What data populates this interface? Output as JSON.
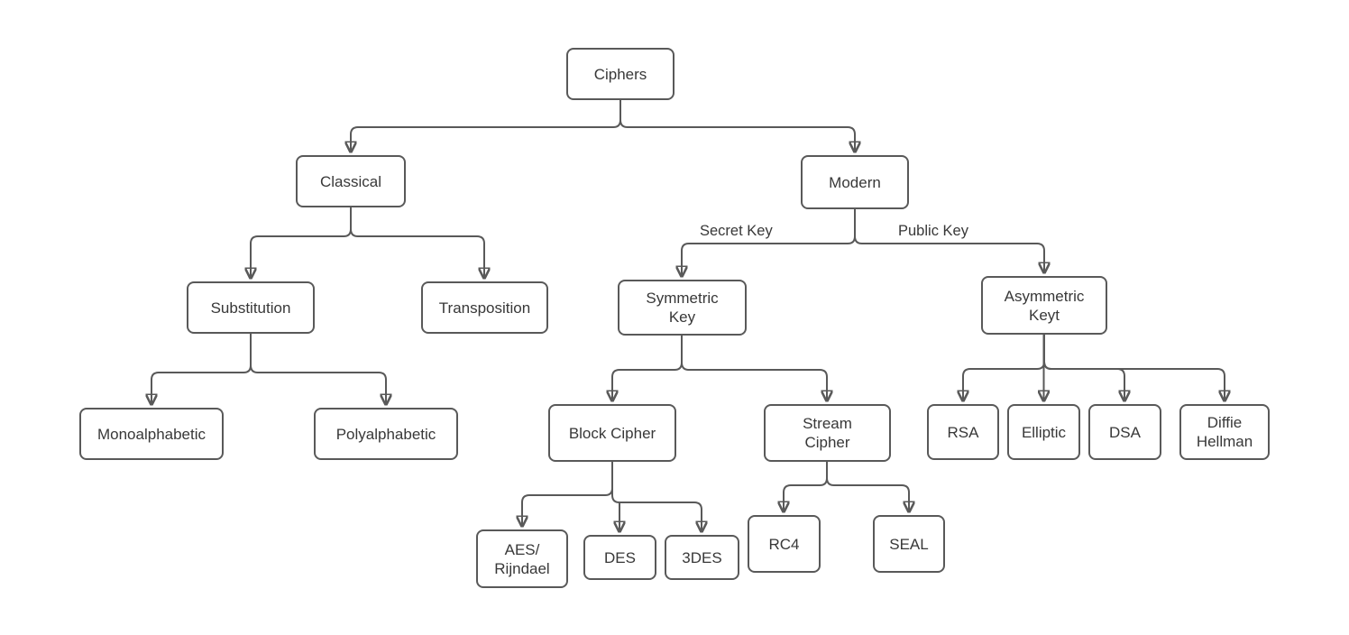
{
  "diagram": {
    "type": "tree",
    "nodes": {
      "ciphers": {
        "label": "Ciphers"
      },
      "classical": {
        "label": "Classical"
      },
      "modern": {
        "label": "Modern"
      },
      "substitution": {
        "label": "Substitution"
      },
      "transposition": {
        "label": "Transposition"
      },
      "symmetric_key": {
        "label": "Symmetric Key"
      },
      "asymmetric_key": {
        "label": "Asymmetric Keyt"
      },
      "monoalphabetic": {
        "label": "Monoalphabetic"
      },
      "polyalphabetic": {
        "label": "Polyalphabetic"
      },
      "block_cipher": {
        "label": "Block Cipher"
      },
      "stream_cipher": {
        "label": "Stream Cipher"
      },
      "rsa": {
        "label": "RSA"
      },
      "elliptic": {
        "label": "Elliptic"
      },
      "dsa": {
        "label": "DSA"
      },
      "diffie_hellman": {
        "label": "Diffie Hellman"
      },
      "aes_rijndael": {
        "label": "AES/ Rijndael"
      },
      "des": {
        "label": "DES"
      },
      "triple_des": {
        "label": "3DES"
      },
      "rc4": {
        "label": "RC4"
      },
      "seal": {
        "label": "SEAL"
      }
    },
    "edge_labels": {
      "secret_key": "Secret Key",
      "public_key": "Public Key"
    },
    "edges": [
      {
        "from": "Ciphers",
        "to": "Classical"
      },
      {
        "from": "Ciphers",
        "to": "Modern"
      },
      {
        "from": "Classical",
        "to": "Substitution"
      },
      {
        "from": "Classical",
        "to": "Transposition"
      },
      {
        "from": "Modern",
        "to": "Symmetric Key",
        "label": "Secret Key"
      },
      {
        "from": "Modern",
        "to": "Asymmetric Keyt",
        "label": "Public Key"
      },
      {
        "from": "Substitution",
        "to": "Monoalphabetic"
      },
      {
        "from": "Substitution",
        "to": "Polyalphabetic"
      },
      {
        "from": "Symmetric Key",
        "to": "Block Cipher"
      },
      {
        "from": "Symmetric Key",
        "to": "Stream Cipher"
      },
      {
        "from": "Asymmetric Keyt",
        "to": "RSA"
      },
      {
        "from": "Asymmetric Keyt",
        "to": "Elliptic"
      },
      {
        "from": "Asymmetric Keyt",
        "to": "DSA"
      },
      {
        "from": "Asymmetric Keyt",
        "to": "Diffie Hellman"
      },
      {
        "from": "Block Cipher",
        "to": "AES/ Rijndael"
      },
      {
        "from": "Block Cipher",
        "to": "DES"
      },
      {
        "from": "Block Cipher",
        "to": "3DES"
      },
      {
        "from": "Stream Cipher",
        "to": "RC4"
      },
      {
        "from": "Stream Cipher",
        "to": "SEAL"
      }
    ],
    "colors": {
      "box_border": "#595959",
      "connector_line": "#595959",
      "arrowhead": "#595959",
      "text": "#383838",
      "background": "#ffffff"
    }
  }
}
